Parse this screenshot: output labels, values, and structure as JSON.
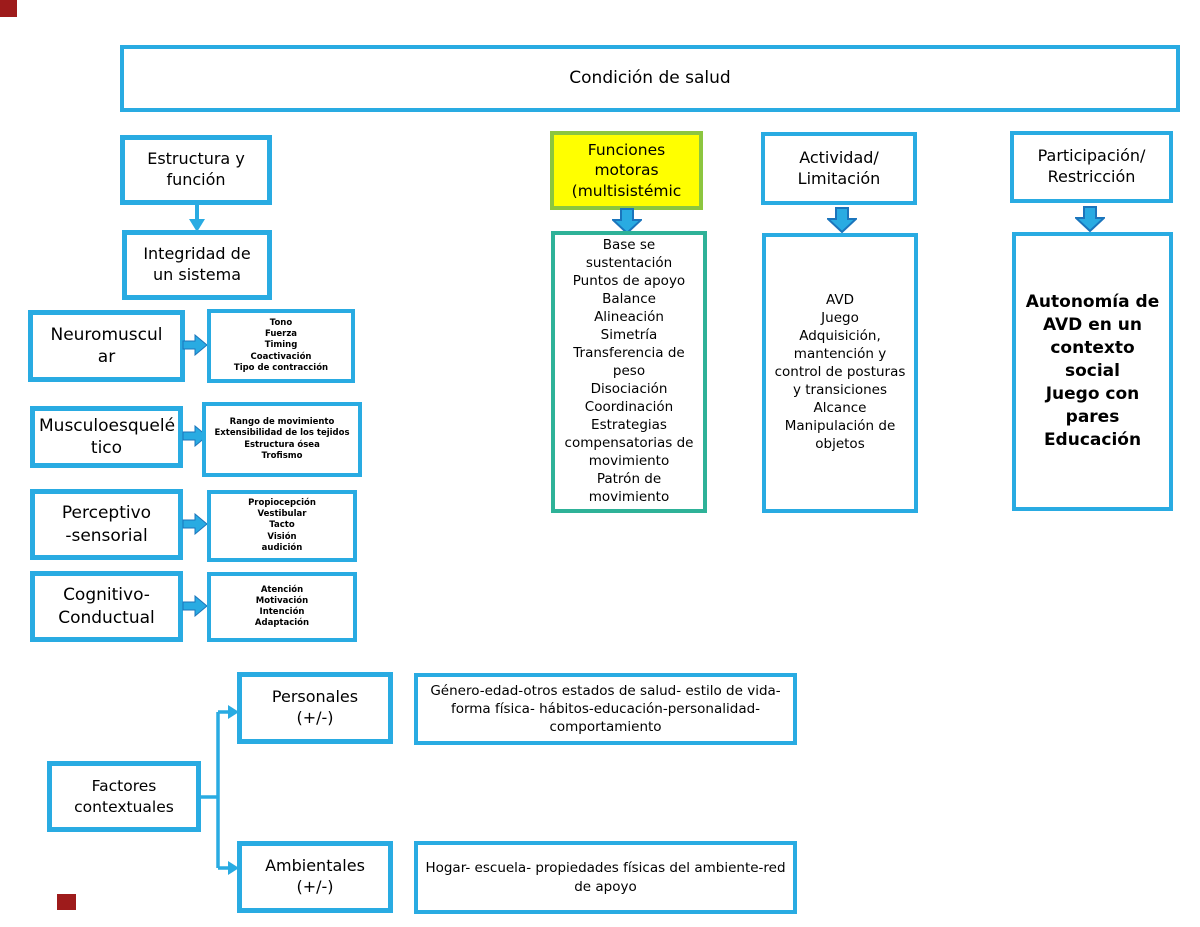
{
  "title": "Condición de salud",
  "colors": {
    "accent": "#29abe2",
    "accent-dark": "#1b75bc",
    "highlight-fill": "#ffff00",
    "highlight-border": "#8cc63f",
    "list-border": "#2eb298",
    "decoration": "#9e1b1b"
  },
  "left_column": {
    "estructura": "Estructura y\nfunción",
    "integridad": "Integridad de\nun sistema",
    "rows": [
      {
        "label": "Neuromuscul\nar",
        "details": "Tono\nFuerza\nTiming\nCoactivación\nTipo de contracción"
      },
      {
        "label": "Musculoesquelé\ntico",
        "details": "Rango de movimiento\nExtensibilidad de los tejidos\nEstructura ósea\nTrofismo"
      },
      {
        "label": "Perceptivo\n-sensorial",
        "details": "Propiocepción\nVestibular\nTacto\nVisión\naudición"
      },
      {
        "label": "Cognitivo-\nConductual",
        "details": "Atención\nMotivación\nIntención\nAdaptación"
      }
    ]
  },
  "columns": [
    {
      "header": "Funciones\nmotoras\n(multisistémic",
      "body": "Base se sustentación\nPuntos de apoyo\nBalance\nAlineación\nSimetría\nTransferencia de peso\nDisociación\nCoordinación\nEstrategias compensatorias de movimiento\nPatrón de movimiento"
    },
    {
      "header": "Actividad/\nLimitación",
      "body": "AVD\nJuego\nAdquisición, mantención y control de posturas y transiciones\nAlcance\nManipulación de objetos"
    },
    {
      "header": "Participación/\nRestricción",
      "body": "Autonomía de AVD en un contexto social\nJuego con pares\nEducación"
    }
  ],
  "contextual": {
    "root": "Factores\ncontextuales",
    "personales": "Personales\n(+/-)",
    "personales_desc": "Género-edad-otros estados de salud- estilo de vida-forma física- hábitos-educación-personalidad-comportamiento",
    "ambientales": "Ambientales\n(+/-)",
    "ambientales_desc": "Hogar- escuela- propiedades físicas del ambiente-red de apoyo"
  }
}
